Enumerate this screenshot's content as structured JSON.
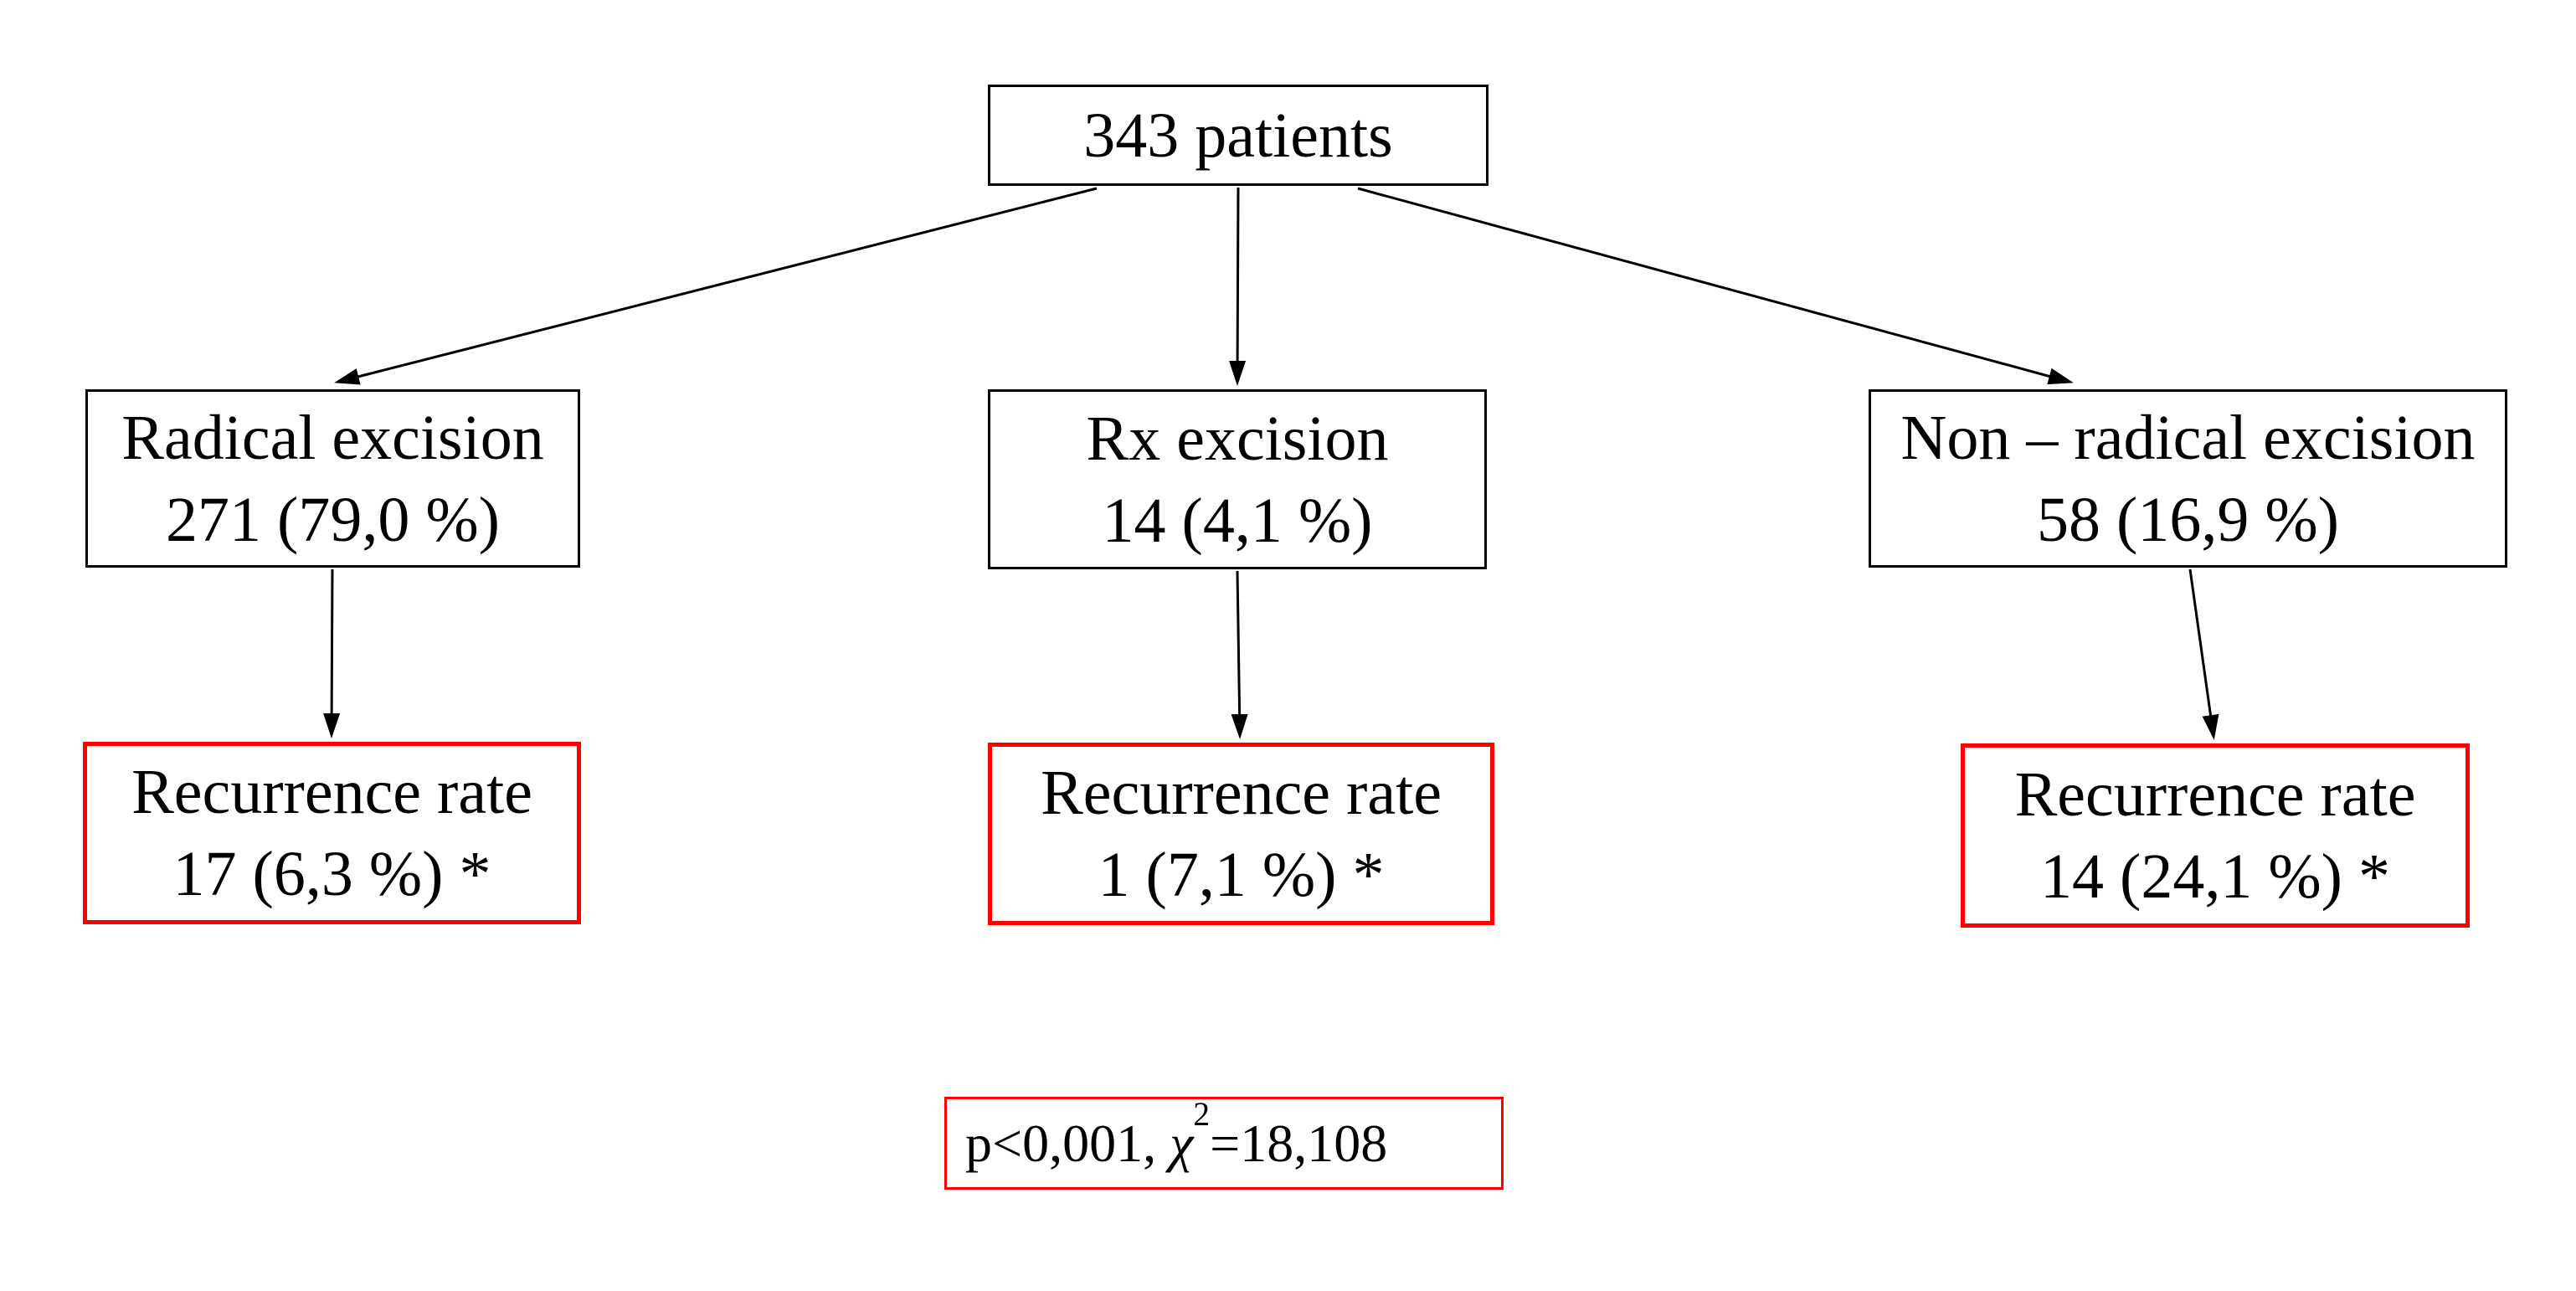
{
  "figure": {
    "background": "#ffffff",
    "colors": {
      "box_border": "#000000",
      "highlight_border": "#ff0000",
      "text": "#000000"
    },
    "root": {
      "label": "343 patients"
    },
    "branches": [
      {
        "title": "Radical excision",
        "value": "271 (79,0 %)",
        "recurrence": {
          "title": "Recurrence rate",
          "value": "17 (6,3 %) *"
        }
      },
      {
        "title": "Rx excision",
        "value": "14 (4,1 %)",
        "recurrence": {
          "title": "Recurrence rate",
          "value": "1 (7,1 %) *"
        }
      },
      {
        "title": "Non – radical excision",
        "value": "58 (16,9 %)",
        "recurrence": {
          "title": "Recurrence rate",
          "value": "14 (24,1 %) *"
        }
      }
    ],
    "stats": {
      "p_text": "p<0,001, ",
      "chi_symbol": "χ",
      "chi_exponent": "2",
      "equals_value": "=18,108"
    }
  }
}
